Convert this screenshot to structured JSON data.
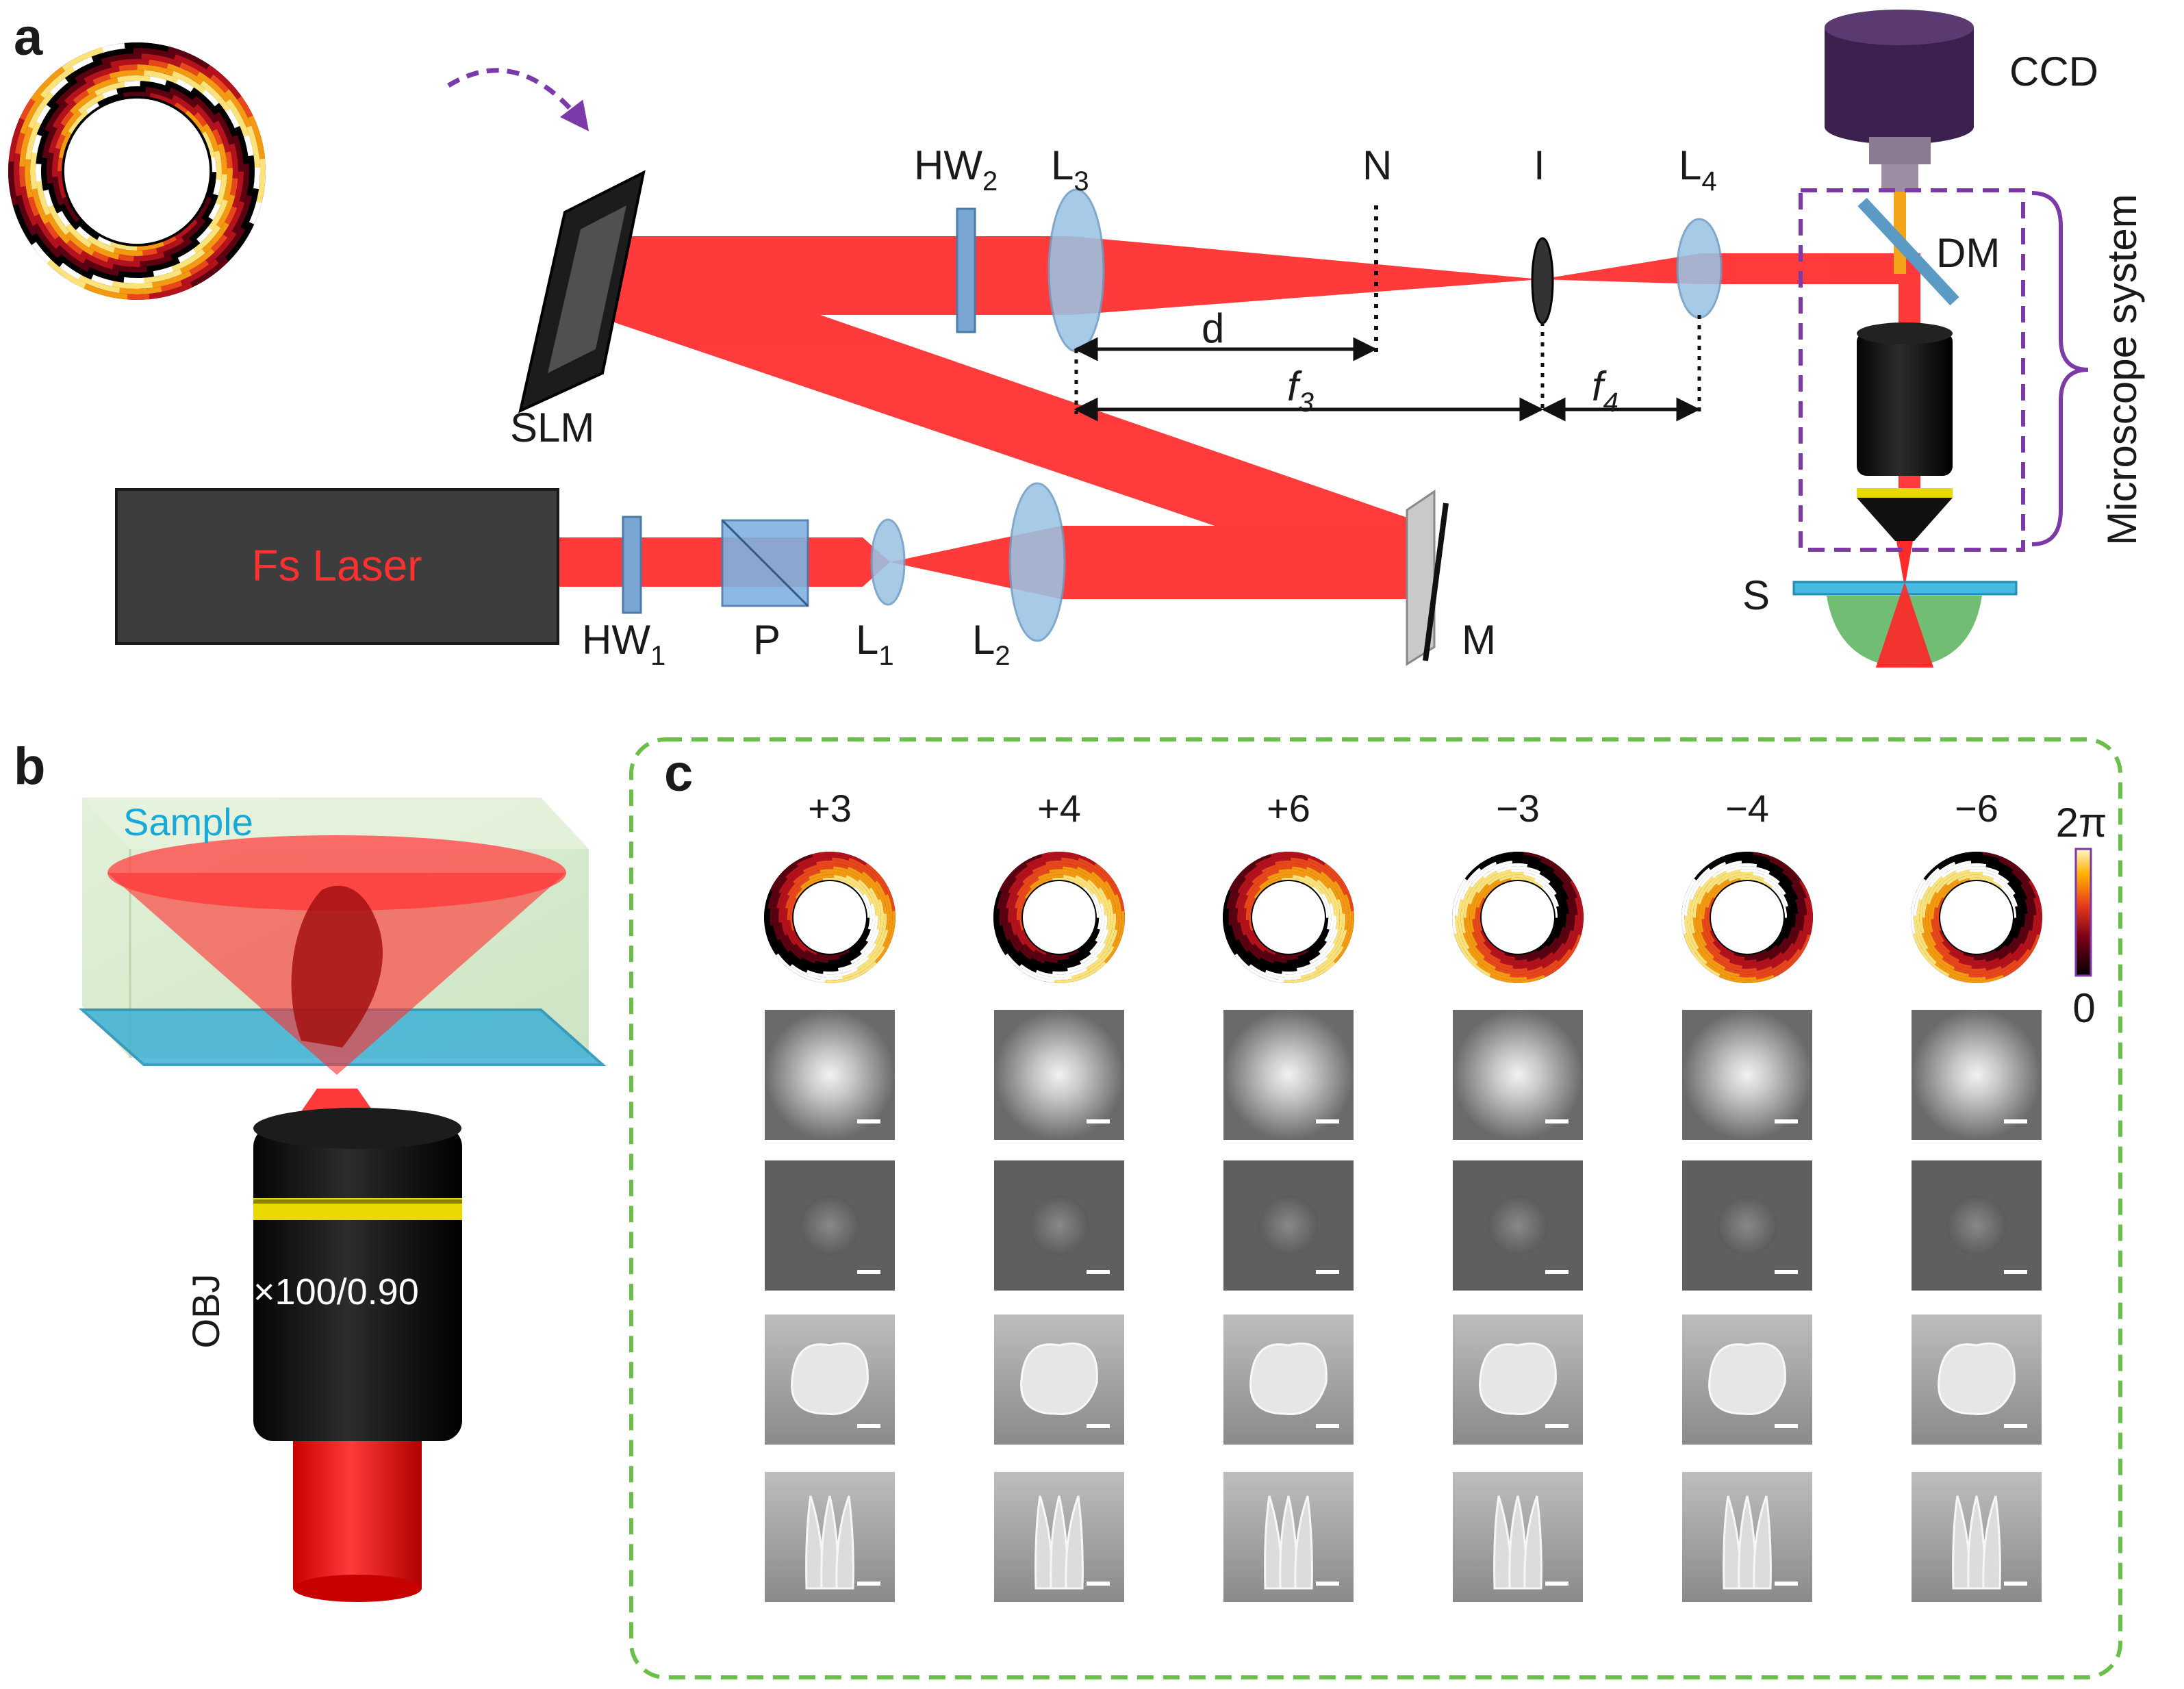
{
  "panels": {
    "a": "a",
    "b": "b",
    "c": "c"
  },
  "setup": {
    "laser": "Fs Laser",
    "components": {
      "slm": "SLM",
      "hw1_base": "HW",
      "hw1_sub": "1",
      "p": "P",
      "l1_base": "L",
      "l1_sub": "1",
      "l2_base": "L",
      "l2_sub": "2",
      "m": "M",
      "hw2_base": "HW",
      "hw2_sub": "2",
      "l3_base": "L",
      "l3_sub": "3",
      "n": "N",
      "i": "I",
      "l4_base": "L",
      "l4_sub": "4",
      "ccd": "CCD",
      "dm": "DM",
      "s": "S"
    },
    "distances": {
      "d": "d",
      "f3_base": "f",
      "f3_sub": "3",
      "f4_base": "f",
      "f4_sub": "4"
    },
    "microscope_label": "Microscope system"
  },
  "panel_b": {
    "sample": "Sample",
    "obj": "OBJ",
    "magnification": "×100/0.90"
  },
  "panel_c": {
    "orders": [
      "+3",
      "+4",
      "+6",
      "−3",
      "−4",
      "−6"
    ],
    "colorbar_max": "2π",
    "colorbar_min": "0"
  },
  "colors": {
    "beam": "#ff2a2a",
    "laser_box": "#3d3d3d",
    "laser_text": "#ff3030",
    "lens": "#9cc3e4",
    "microscope_frame": "#7b3aa8",
    "panel_c_frame": "#6abf4b",
    "sample_text": "#19a8d8",
    "ccd": "#3c2150"
  }
}
